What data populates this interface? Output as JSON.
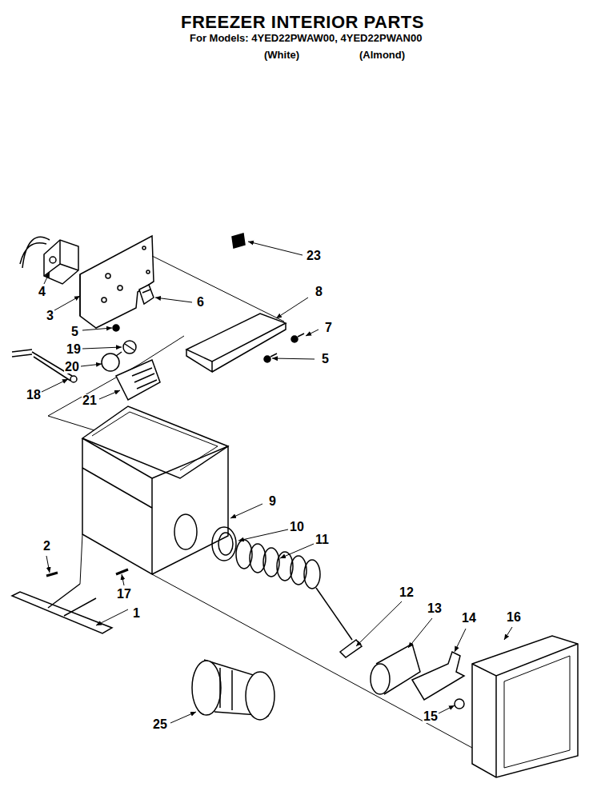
{
  "diagram": {
    "title": "FREEZER INTERIOR PARTS",
    "labels": [
      "For Models: 4YED22PWAW00, 4YED22PWAN00",
      "(White)",
      "(Almond)",
      "23",
      "4",
      "8",
      "6",
      "3",
      "7",
      "5",
      "19",
      "5",
      "20",
      "18",
      "21",
      "9",
      "10",
      "2",
      "11",
      "17",
      "12",
      "13",
      "14",
      "16",
      "1",
      "15",
      "25"
    ]
  }
}
